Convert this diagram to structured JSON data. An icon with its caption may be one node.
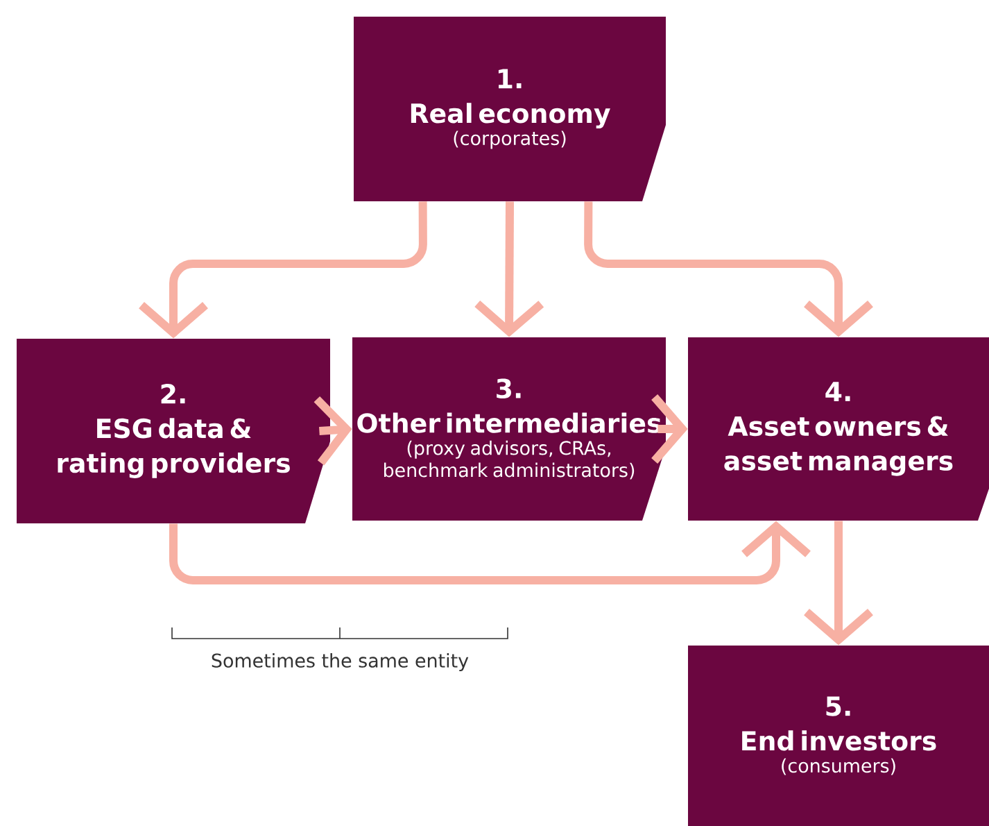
{
  "diagram": {
    "nodes": [
      {
        "text": [
          "1.",
          "Real economy",
          "(corporates)"
        ]
      },
      {
        "text": [
          "2.",
          "ESG data & rating providers"
        ]
      },
      {
        "text": [
          "3.",
          "Other intermediaries",
          "(proxy advisors, CRAs, benchmark administrators)"
        ]
      },
      {
        "text": [
          "4.",
          "Asset owners & asset managers"
        ]
      },
      {
        "text": [
          "5.",
          "End investors",
          "(consumers)"
        ]
      }
    ],
    "edges": [
      {
        "from": 0,
        "to": 1,
        "arrow": "to"
      },
      {
        "from": 0,
        "to": 2,
        "arrow": "to"
      },
      {
        "from": 0,
        "to": 3,
        "arrow": "to"
      },
      {
        "from": 1,
        "to": 2,
        "arrow": "to"
      },
      {
        "from": 2,
        "to": 3,
        "arrow": "to"
      },
      {
        "from": 1,
        "to": 3,
        "arrow": "to"
      },
      {
        "from": 3,
        "to": 4,
        "arrow": "to"
      }
    ],
    "labels": [
      "Sometimes the same entity"
    ]
  }
}
